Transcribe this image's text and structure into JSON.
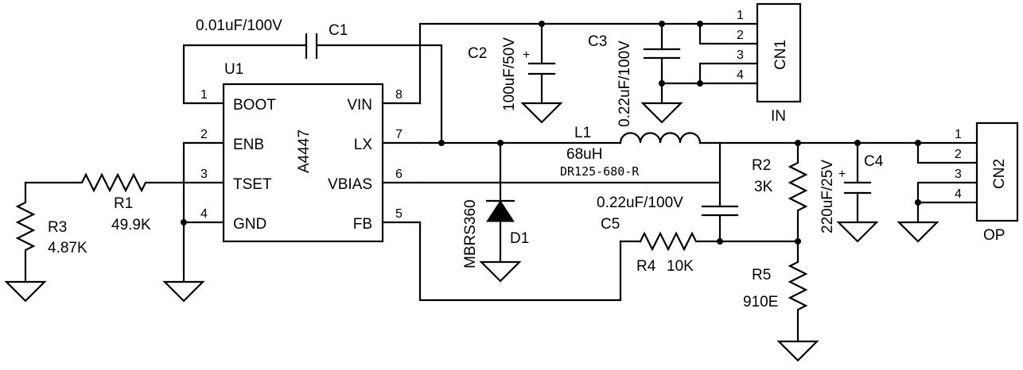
{
  "u1": {
    "ref": "U1",
    "part": "A4447",
    "pins": [
      {
        "num": "1",
        "name": "BOOT"
      },
      {
        "num": "2",
        "name": "ENB"
      },
      {
        "num": "3",
        "name": "TSET"
      },
      {
        "num": "4",
        "name": "GND"
      },
      {
        "num": "8",
        "name": "VIN"
      },
      {
        "num": "7",
        "name": "LX"
      },
      {
        "num": "6",
        "name": "VBIAS"
      },
      {
        "num": "5",
        "name": "FB"
      }
    ]
  },
  "components": {
    "c1": {
      "ref": "C1",
      "value": "0.01uF/100V"
    },
    "c2": {
      "ref": "C2",
      "value": "100uF/50V",
      "polarity": "+"
    },
    "c3": {
      "ref": "C3",
      "value": "0.22uF/100V"
    },
    "c4": {
      "ref": "C4",
      "value": "220uF/25V",
      "polarity": "+"
    },
    "c5": {
      "ref": "C5",
      "value": "0.22uF/100V"
    },
    "l1": {
      "ref": "L1",
      "value": "68uH",
      "part": "DR125-680-R"
    },
    "d1": {
      "ref": "D1",
      "part": "MBRS360"
    },
    "r1": {
      "ref": "R1",
      "value": "49.9K"
    },
    "r2": {
      "ref": "R2",
      "value": "3K"
    },
    "r3": {
      "ref": "R3",
      "value": "4.87K"
    },
    "r4": {
      "ref": "R4",
      "value": "10K"
    },
    "r5": {
      "ref": "R5",
      "value": "910E"
    }
  },
  "cn1": {
    "ref": "CN1",
    "label": "IN",
    "pins": [
      "1",
      "2",
      "3",
      "4"
    ]
  },
  "cn2": {
    "ref": "CN2",
    "label": "OP",
    "pins": [
      "1",
      "2",
      "3",
      "4"
    ]
  }
}
